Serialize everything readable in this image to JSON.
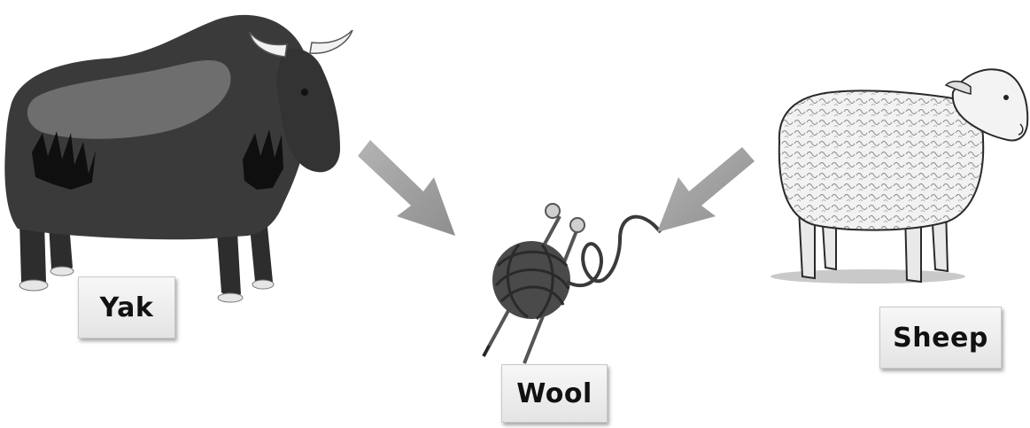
{
  "labels": {
    "yak": "Yak",
    "wool": "Wool",
    "sheep": "Sheep"
  },
  "colors": {
    "yak_body": "#3a3a3a",
    "yak_patch": "#6e6e6e",
    "arrow": "#9a9a9a",
    "yarn": "#4a4a4a",
    "sheep_fill": "#f1f1f1",
    "sheep_outline": "#2a2a2a"
  },
  "icons": [
    "yak-illustration",
    "ball-of-yarn-icon",
    "knitting-needles-icon",
    "sheep-illustration",
    "arrow-icon"
  ]
}
